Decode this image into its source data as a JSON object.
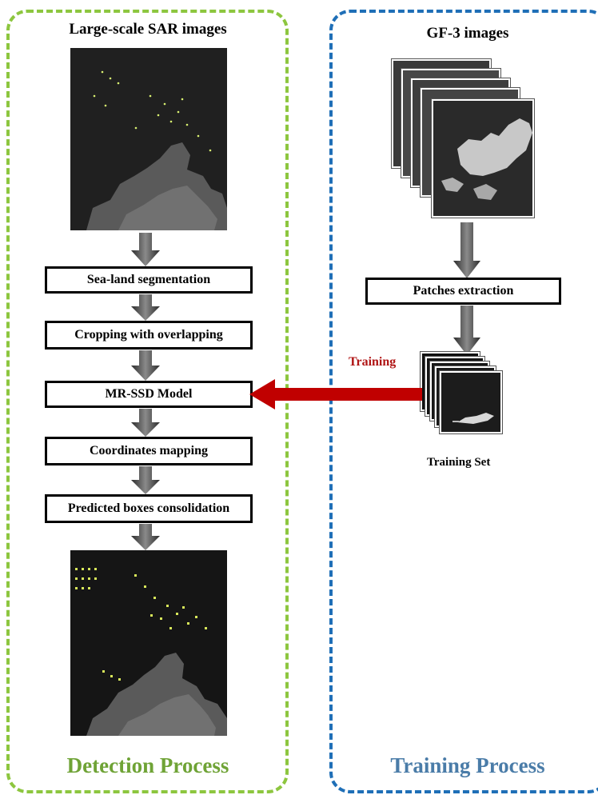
{
  "detection": {
    "header": "Large-scale SAR images",
    "title": "Detection Process",
    "title_color": "#6fa336",
    "border_color": "#8dc63f",
    "steps": [
      "Sea-land segmentation",
      "Cropping with overlapping",
      "MR-SSD Model",
      "Coordinates mapping",
      "Predicted boxes consolidation"
    ]
  },
  "training": {
    "header": "GF-3 images",
    "title": "Training Process",
    "title_color": "#4a7ca8",
    "border_color": "#1f6fb7",
    "step": "Patches extraction",
    "arrow_label": "Training",
    "arrow_color": "#c00000",
    "set_label": "Training Set"
  }
}
